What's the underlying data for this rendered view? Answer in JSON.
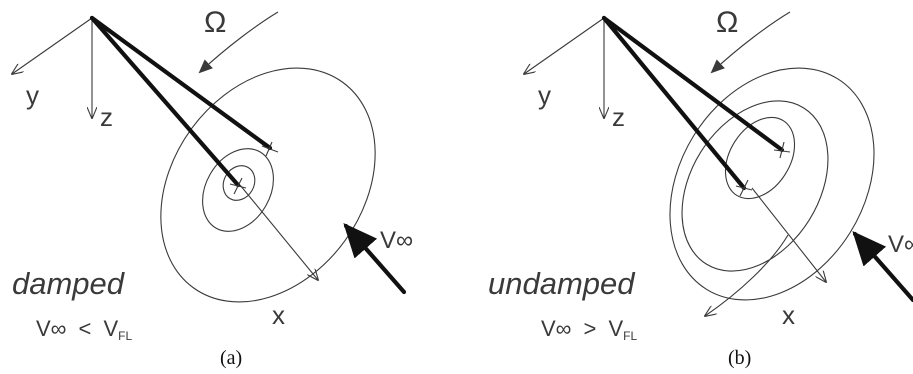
{
  "panel_a": {
    "omega_label": "Ω",
    "axis_y": "y",
    "axis_z": "z",
    "axis_x": "x",
    "freestream": "V∞",
    "state_label": "damped",
    "condition": {
      "lhs": "V∞",
      "op": "<",
      "rhs": "V",
      "rhs_sub": "FL"
    },
    "caption": "(a)"
  },
  "panel_b": {
    "omega_label": "Ω",
    "axis_y": "y",
    "axis_z": "z",
    "axis_x": "x",
    "freestream": "V∞",
    "state_label": "undamped",
    "condition": {
      "lhs": "V∞",
      "op": ">",
      "rhs": "V",
      "rhs_sub": "FL"
    },
    "caption": "(b)"
  }
}
